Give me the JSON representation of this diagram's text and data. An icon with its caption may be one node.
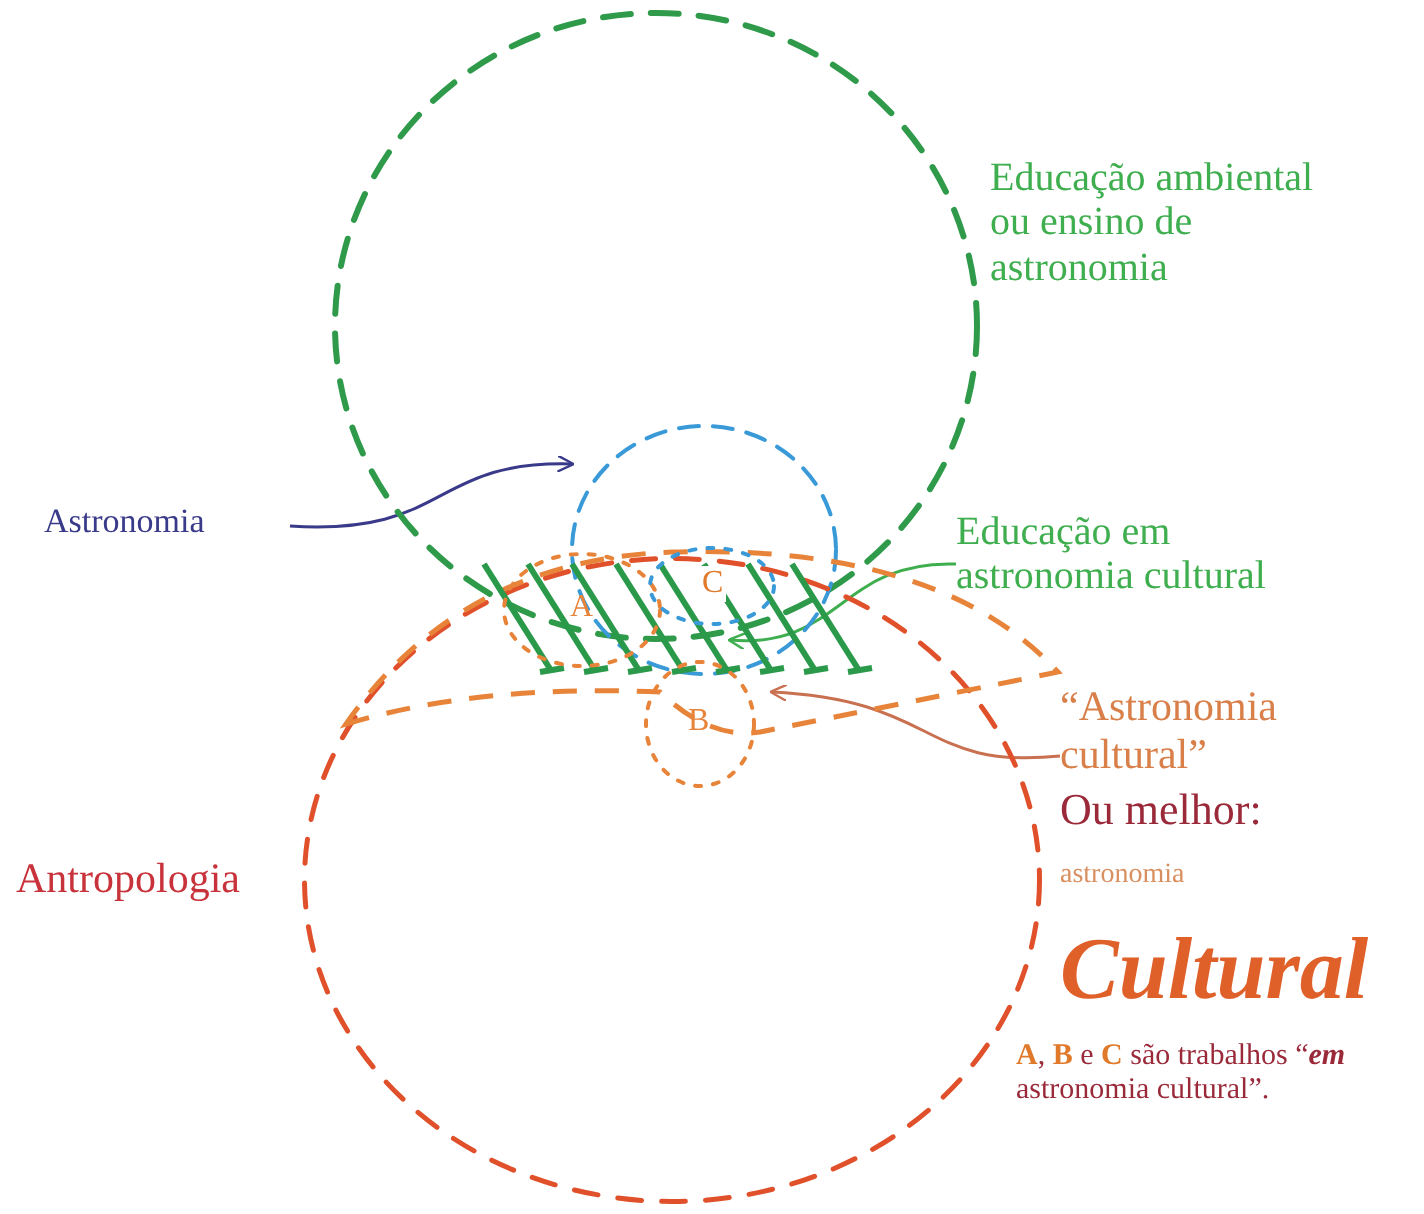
{
  "diagram": {
    "nodes": [
      {
        "text": [],
        "shape": "circle",
        "beside": [
          "Educação ambiental ou ensino de astronomia"
        ]
      },
      {
        "text": [],
        "shape": "circle"
      },
      {
        "text": [],
        "shape": "circle",
        "beside": [
          "Antropologia"
        ]
      },
      {
        "text": [],
        "shape": "area",
        "in": 2
      },
      {
        "text": [],
        "shape": "area",
        "in": 3
      },
      {
        "text": [
          "A"
        ],
        "in": 3
      },
      {
        "text": [
          "C"
        ]
      },
      {
        "text": [
          "B"
        ],
        "in": 2
      },
      {
        "text": [
          "Astronomia"
        ]
      },
      {
        "text": [
          "Educação em astronomia cultural"
        ]
      },
      {
        "text": [
          "“Astronomia cultural”"
        ]
      }
    ],
    "edges": [
      {
        "from": 8,
        "to": 1,
        "arrow": "to"
      },
      {
        "from": 9,
        "to": 4,
        "arrow": "to",
        "color": "#3fae4f"
      },
      {
        "from": 10,
        "to": 3,
        "arrow": "to",
        "color": "#c87050"
      }
    ],
    "labels": [
      "Ou melhor:",
      "astronomia",
      "Cultural",
      "**A**, **B** e **C** são trabalhos “**em** astronomia cultural”."
    ]
  }
}
